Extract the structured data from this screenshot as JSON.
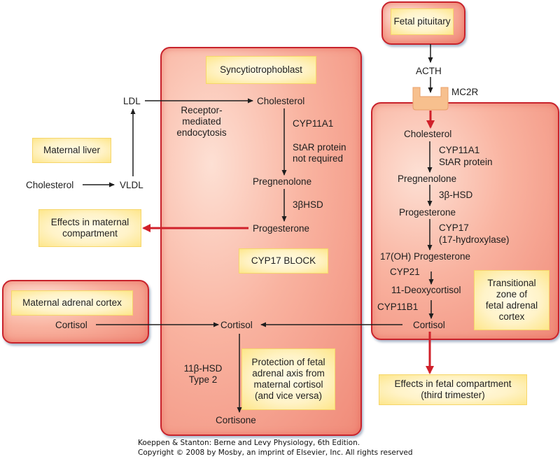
{
  "compartments": {
    "syncytiotrophoblast": {
      "label": "Syncytiotrophoblast",
      "cholesterol": "Cholesterol",
      "enzyme1": "CYP11A1",
      "star_note_line1": "StAR protein",
      "star_note_line2": "not required",
      "pregnenolone": "Pregnenolone",
      "enzyme2": "3βHSD",
      "progesterone": "Progesterone",
      "block_label": "CYP17 BLOCK",
      "cortisol": "Cortisol",
      "enzyme3_line1": "11β-HSD",
      "enzyme3_line2": "Type 2",
      "cortisone": "Cortisone",
      "protection_line1": "Protection of fetal",
      "protection_line2": "adrenal axis from",
      "protection_line3": "maternal cortisol",
      "protection_line4": "(and vice versa)"
    },
    "maternal_liver": {
      "label": "Maternal liver",
      "cholesterol": "Cholesterol",
      "vldl": "VLDL",
      "ldl": "LDL",
      "uptake_line1": "Receptor-",
      "uptake_line2": "mediated",
      "uptake_line3": "endocytosis"
    },
    "maternal_effects": {
      "line1": "Effects in maternal",
      "line2": "compartment"
    },
    "maternal_adrenal": {
      "label": "Maternal adrenal cortex",
      "cortisol": "Cortisol"
    },
    "fetal_pituitary": {
      "label": "Fetal pituitary",
      "hormone": "ACTH",
      "receptor": "MC2R"
    },
    "fetal_adrenal": {
      "label_line1": "Transitional",
      "label_line2": "zone of",
      "label_line3": "fetal adrenal",
      "label_line4": "cortex",
      "cholesterol": "Cholesterol",
      "enzyme1_line1": "CYP11A1",
      "enzyme1_line2": "StAR protein",
      "pregnenolone": "Pregnenolone",
      "enzyme2": "3β-HSD",
      "progesterone": "Progesterone",
      "enzyme3_line1": "CYP17",
      "enzyme3_line2": "(17-hydroxylase)",
      "oh_progesterone": "17(OH) Progesterone",
      "enzyme4": "CYP21",
      "deoxycortisol": "11-Deoxycortisol",
      "enzyme5": "CYP11B1",
      "cortisol": "Cortisol"
    },
    "fetal_effects": {
      "line1": "Effects in fetal compartment",
      "line2": "(third trimester)"
    }
  },
  "colors": {
    "compartment_border": "#c8232c",
    "compartment_fill": "#f9b3a0",
    "label_fill": "#fff3c8",
    "arrow_black": "#1e1e1e",
    "arrow_red": "#d0202a",
    "receptor_fill": "#f7c08e"
  },
  "credit": {
    "line1": "Koeppen & Stanton: Berne and Levy Physiology, 6th Edition.",
    "line2": "Copyright © 2008 by Mosby, an imprint of Elsevier, Inc. All rights reserved"
  }
}
